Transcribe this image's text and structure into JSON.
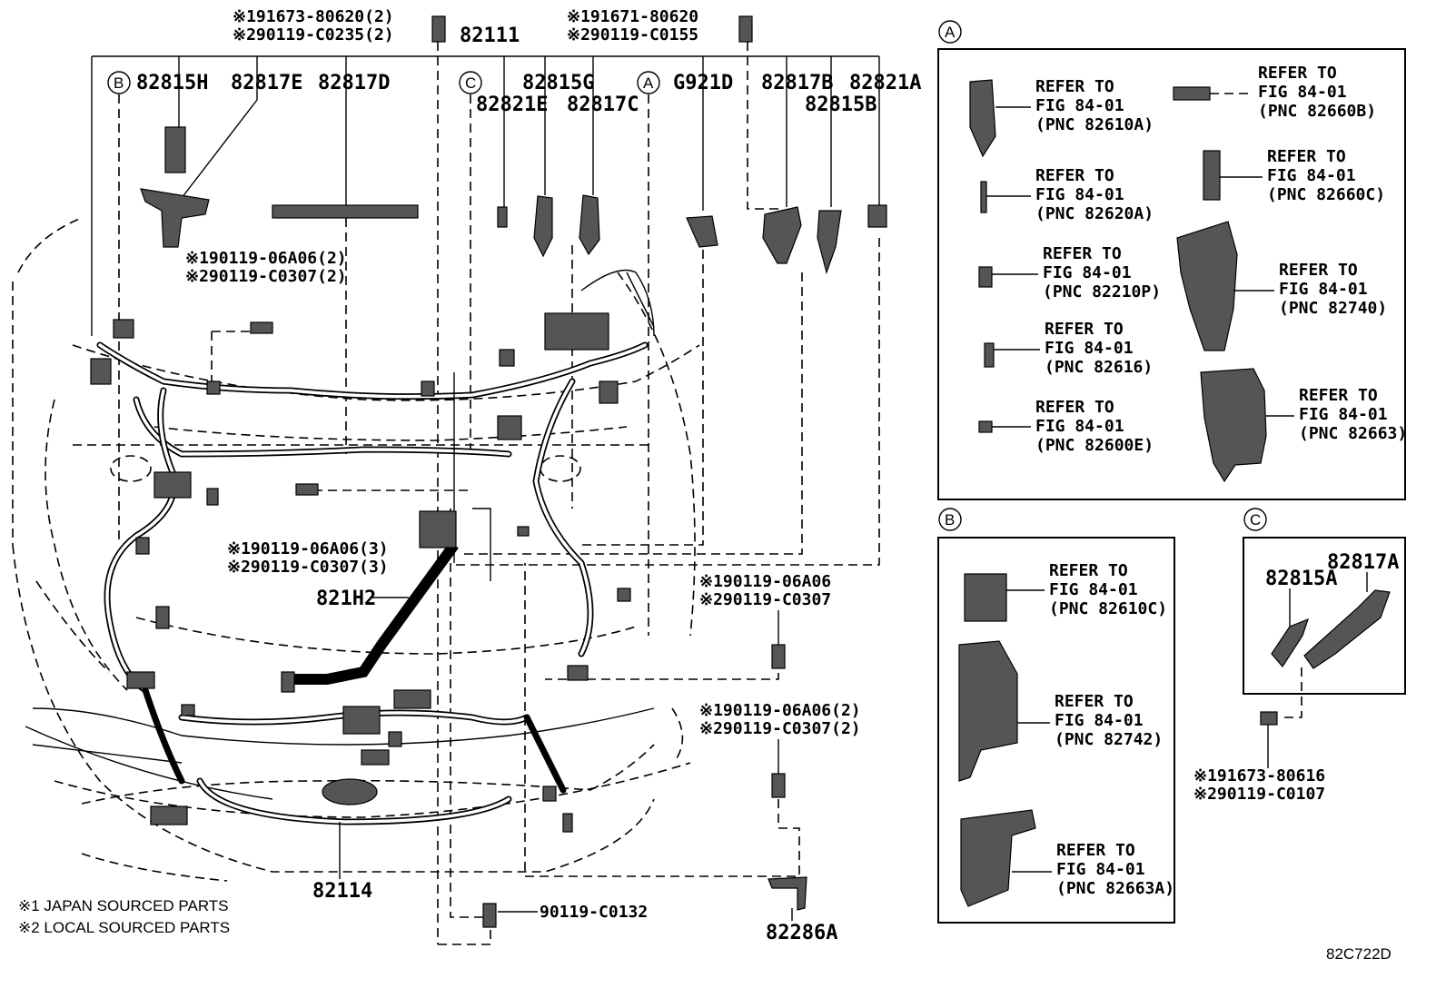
{
  "diagram_id": "82C722D",
  "notes": [
    "※1 JAPAN SOURCED PARTS",
    "※2 LOCAL SOURCED PARTS"
  ],
  "callouts": {
    "a": "A",
    "b": "B",
    "c": "C"
  },
  "main_parts": {
    "p82111": "82111",
    "p82815H": "82815H",
    "p82817E": "82817E",
    "p82817D": "82817D",
    "p82815G": "82815G",
    "p82821E": "82821E",
    "p82817C": "82817C",
    "pG921D": "G921D",
    "p82817B": "82817B",
    "p82821A": "82821A",
    "p82815B": "82815B",
    "p821H2": "821H2",
    "p82114": "82114",
    "p82286A": "82286A"
  },
  "bolts": {
    "top_left": [
      "※191673-80620(2)",
      "※290119-C0235(2)"
    ],
    "top_mid": [
      "※191671-80620",
      "※290119-C0155"
    ],
    "left_upper": [
      "※190119-06A06(2)",
      "※290119-C0307(2)"
    ],
    "center": [
      "※190119-06A06(3)",
      "※290119-C0307(3)"
    ],
    "right_upper": [
      "※190119-06A06",
      "※290119-C0307"
    ],
    "right_lower": [
      "※190119-06A06(2)",
      "※290119-C0307(2)"
    ],
    "bottom": "90119-C0132",
    "box_c": [
      "※191673-80616",
      "※290119-C0107"
    ]
  },
  "box_a_refs": [
    [
      "REFER TO",
      "FIG 84-01",
      "(PNC 82610A)"
    ],
    [
      "REFER TO",
      "FIG 84-01",
      "(PNC 82620A)"
    ],
    [
      "REFER TO",
      "FIG 84-01",
      "(PNC 82210P)"
    ],
    [
      "REFER TO",
      "FIG 84-01",
      "(PNC 82616)"
    ],
    [
      "REFER TO",
      "FIG 84-01",
      "(PNC 82600E)"
    ],
    [
      "REFER TO",
      "FIG 84-01",
      "(PNC 82660B)"
    ],
    [
      "REFER TO",
      "FIG 84-01",
      "(PNC 82660C)"
    ],
    [
      "REFER TO",
      "FIG 84-01",
      "(PNC 82740)"
    ],
    [
      "REFER TO",
      "FIG 84-01",
      "(PNC 82663)"
    ]
  ],
  "box_b_refs": [
    [
      "REFER TO",
      "FIG 84-01",
      "(PNC 82610C)"
    ],
    [
      "REFER TO",
      "FIG 84-01",
      "(PNC 82742)"
    ],
    [
      "REFER TO",
      "FIG 84-01",
      "(PNC 82663A)"
    ]
  ],
  "box_c_parts": {
    "p82815A": "82815A",
    "p82817A": "82817A"
  }
}
